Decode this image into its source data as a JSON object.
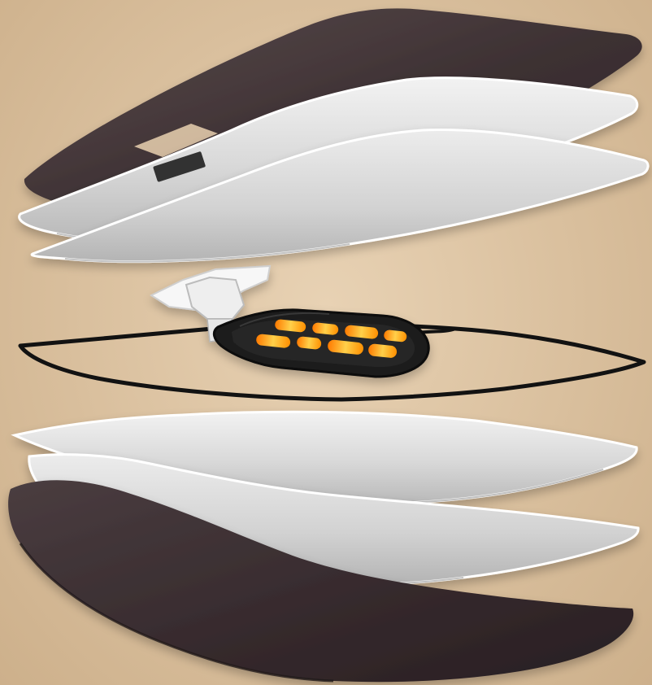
{
  "scene": {
    "kind": "exploded-view product illustration",
    "palette": {
      "background": "#d9bf9e",
      "dark_layer": "#3a2f31",
      "light_layer": "#d7d7d7",
      "light_layer_edge": "#ffffff",
      "wire": "#111111",
      "heating_element": "#ff8a00",
      "heating_element_glow": "#ffd23a",
      "connector": "#f4f4f4"
    },
    "layers": [
      "top-dark-layer",
      "upper-light-layer-1",
      "upper-light-layer-2",
      "heating-module",
      "wire-loop",
      "lower-light-layer-1",
      "lower-light-layer-2",
      "bottom-dark-layer"
    ]
  }
}
